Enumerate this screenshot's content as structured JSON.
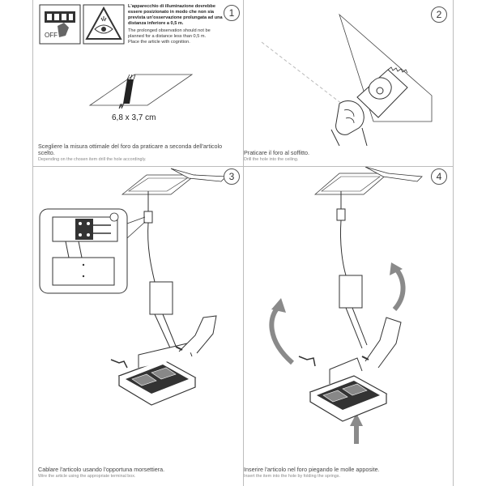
{
  "steps": [
    "1",
    "2",
    "3",
    "4"
  ],
  "panel1": {
    "warning_it": [
      "L'apparecchio di illuminazione dovrebbe",
      "essere posizionato in modo che non sia",
      "prevista un'osservazione prolungata ad una",
      "distanza inferiore a 0,5 m."
    ],
    "warning_en": [
      "The prolonged observation should not be",
      "planned for a distance less than 0,5 m.",
      "Place the article with cognition."
    ],
    "off_label": "OFF",
    "hole_size": "6,8 x 3,7 cm",
    "caption_it": [
      "Scegliere la misura ottimale del foro da praticare a seconda dell'articolo",
      "scelto."
    ],
    "caption_en": "Depending on the chosen item drill the hole accordingly."
  },
  "panel2": {
    "caption_it": "Praticare il foro al soffitto.",
    "caption_en": "Drill the hole into the ceiling."
  },
  "panel3": {
    "caption_it": "Cablare l'articolo usando l'opportuna morsettiera.",
    "caption_en": "Wire the article using the appropriate terminal box."
  },
  "panel4": {
    "caption_it": "Inserire l'articolo nel foro piegando le molle apposite.",
    "caption_en": "Insert the item into the hole by folding the springs."
  },
  "colors": {
    "arrow": "#8a8a8a",
    "line": "#333333",
    "border": "#bdbdbd"
  }
}
